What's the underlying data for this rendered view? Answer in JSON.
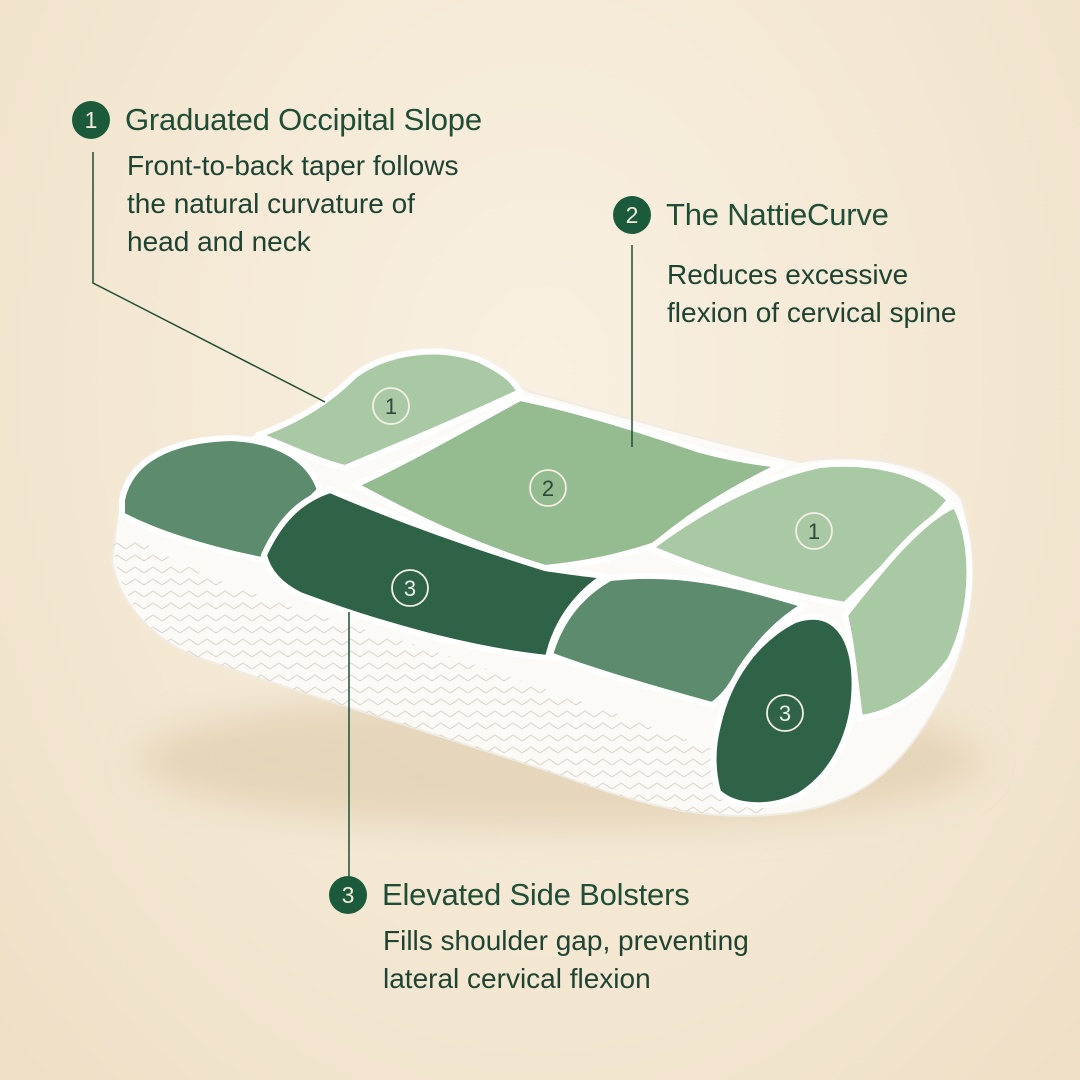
{
  "callouts": [
    {
      "number": "1",
      "title": "Graduated Occipital Slope",
      "description": [
        "Front-to-back taper follows",
        "the natural curvature of",
        "head and neck"
      ]
    },
    {
      "number": "2",
      "title": "The NattieCurve",
      "description": [
        "Reduces excessive",
        "flexion of cervical spine"
      ]
    },
    {
      "number": "3",
      "title": "Elevated Side Bolsters",
      "description": [
        "Fills shoulder gap, preventing",
        "lateral cervical flexion"
      ]
    }
  ],
  "pillow_zone_labels": {
    "back_left": "1",
    "back_right": "1",
    "center": "2",
    "front_left": "3",
    "front_right": "3"
  },
  "colors": {
    "background": "#f4e8d3",
    "zone_1": "#a9c9a4",
    "zone_2": "#95bb90",
    "zone_3": "#2f6348",
    "bolster_side": "#5d8b6d",
    "badge": "#1c5a3c",
    "text": "#1f4d36"
  }
}
